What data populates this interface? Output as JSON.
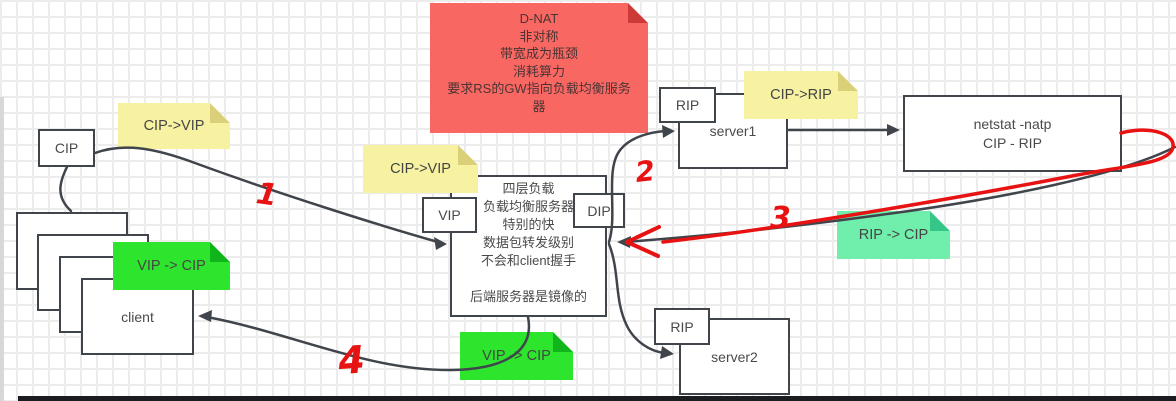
{
  "diagram": {
    "boxes": {
      "cip": {
        "label": "CIP"
      },
      "client": {
        "label": "client"
      },
      "vip": {
        "label": "VIP"
      },
      "dip": {
        "label": "DIP"
      },
      "lb": {
        "label": "四层负载\n负载均衡服务器\n特别的快\n数据包转发级别\n不会和client握手\n\n后端服务器是镜像的"
      },
      "rip_top": {
        "label": "RIP"
      },
      "server1": {
        "label": "server1"
      },
      "netstat": {
        "label": "netstat -natp\nCIP - RIP"
      },
      "rip_bottom": {
        "label": "RIP"
      },
      "server2": {
        "label": "server2"
      }
    },
    "stickies": {
      "dnat": {
        "label": "D-NAT\n非对称\n带宽成为瓶颈\n消耗算力\n要求RS的GW指向负载均衡服务器",
        "color": "#f96762"
      },
      "cip_vip_top": {
        "label": "CIP->VIP",
        "color": "#f6f2a2"
      },
      "cip_vip_mid": {
        "label": "CIP->VIP",
        "color": "#f6f2a2"
      },
      "cip_rip": {
        "label": "CIP->RIP",
        "color": "#f6f2a2"
      },
      "vip_cip_client": {
        "label": "VIP -> CIP",
        "color": "#2ee52e"
      },
      "vip_cip_bottom": {
        "label": "VIP -> CIP",
        "color": "#2ee52e"
      },
      "rip_cip": {
        "label": "RIP -> CIP",
        "color": "#70eeac"
      }
    },
    "annotations": {
      "step1": "1",
      "step2": "2",
      "step3": "3",
      "step4": "4",
      "ink_color": "#e81212"
    },
    "line_color": "#40454b"
  }
}
